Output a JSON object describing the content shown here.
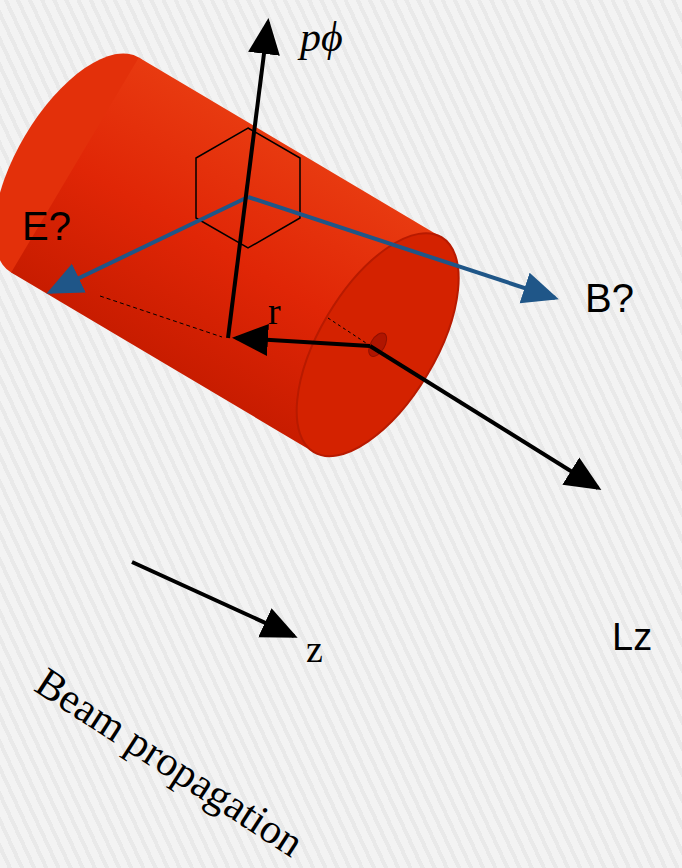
{
  "diagram": {
    "labels": [
      "pϕ",
      "E?",
      "B?",
      "r",
      "Lz",
      "z",
      "Beam propagation"
    ]
  }
}
